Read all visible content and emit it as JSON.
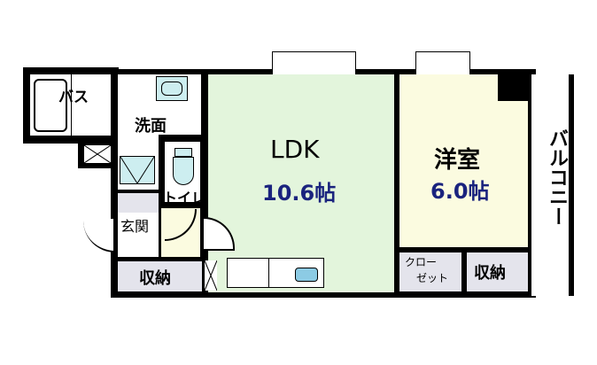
{
  "rooms": {
    "bath": {
      "label": "バス"
    },
    "washroom": {
      "label": "洗面"
    },
    "toilet": {
      "label": "トイレ"
    },
    "entrance": {
      "label": "玄関"
    },
    "storage_left": {
      "label": "収納"
    },
    "ldk": {
      "label": "LDK",
      "area": "10.6帖",
      "color": "#e3f5dc"
    },
    "western_room": {
      "label": "洋室",
      "area": "6.0帖",
      "color": "#fbfbe0"
    },
    "closet": {
      "label_line1": "クロー",
      "label_line2": "ゼット"
    },
    "storage_right": {
      "label": "収納"
    },
    "balcony": {
      "label": "バルコニー"
    }
  },
  "colors": {
    "wall": "#000000",
    "storage_fill": "#e4e4ec",
    "fixture_blue": "#cdeef0",
    "sink_blue": "#8ccbe4"
  }
}
